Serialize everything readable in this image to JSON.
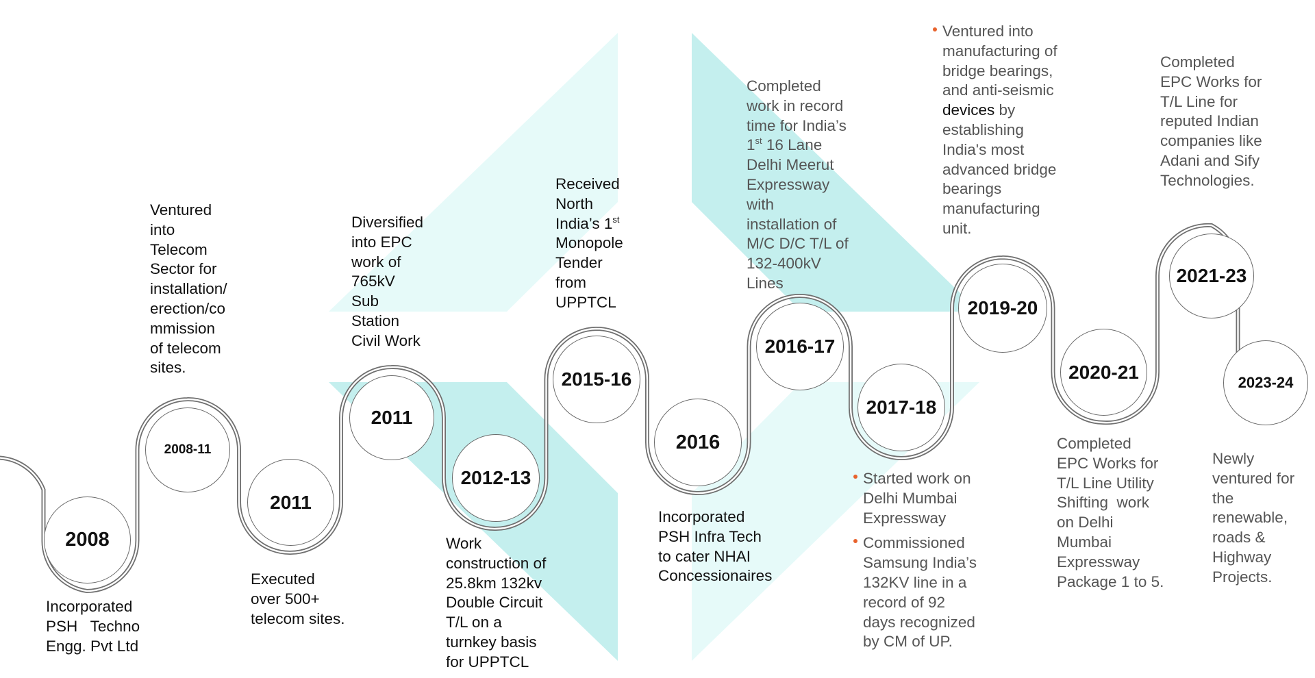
{
  "colors": {
    "band": "#c4efee",
    "band_light": "#e6faf9",
    "track": "#707070",
    "bullet": "#e8622c",
    "text": "#111111",
    "text_muted": "#555555"
  },
  "milestones": [
    {
      "year": "2008",
      "desc": {
        "lines": [
          "Incorporated",
          "PSH   Techno",
          "Engg. Pvt Ltd"
        ]
      }
    },
    {
      "year": "2008-11",
      "desc": {
        "lines": [
          "Ventured",
          "into",
          "Telecom",
          "Sector for",
          "installation/",
          "erection/co",
          "mmission",
          "of telecom",
          "sites."
        ]
      }
    },
    {
      "year": "2011",
      "desc": {
        "lines": [
          "Executed",
          "over 500+",
          "telecom sites."
        ]
      }
    },
    {
      "year": "2011",
      "desc": {
        "lines": [
          "Diversified",
          "into EPC",
          "work of",
          "765kV",
          "Sub",
          "Station",
          "Civil Work"
        ]
      }
    },
    {
      "year": "2012-13",
      "desc": {
        "lines": [
          "Work",
          "construction of",
          "25.8km 132kv",
          "Double Circuit",
          "T/L on a",
          "turnkey basis",
          "for UPPTCL"
        ]
      }
    },
    {
      "year": "2015-16",
      "desc": {
        "lines": [
          "Received",
          "North",
          "India’s 1",
          "Monopole",
          "Tender",
          "from",
          "UPPTCL"
        ],
        "sup_text": "st"
      }
    },
    {
      "year": "2016",
      "desc": {
        "lines": [
          "Incorporated",
          "PSH Infra Tech",
          "to cater NHAI",
          "Concessionaires"
        ]
      }
    },
    {
      "year": "2016-17",
      "desc": {
        "lines": [
          "Completed",
          "work in record",
          "time for India’s",
          "1",
          " 16 Lane",
          "Delhi Meerut",
          "Expressway",
          "with",
          "installation of",
          "M/C D/C T/L of",
          "132-400kV",
          "Lines"
        ],
        "sup_text": "st"
      }
    },
    {
      "year": "2017-18",
      "desc": {
        "bullets": [
          {
            "lines": [
              "Started work on",
              "Delhi Mumbai",
              "Expressway"
            ]
          },
          {
            "lines": [
              "Commissioned",
              "Samsung India’s",
              "132KV line in a",
              "record of 92",
              "days recognized",
              "by CM of UP."
            ]
          }
        ]
      }
    },
    {
      "year": "2019-20",
      "desc": {
        "bullets": [
          {
            "lines": [
              "Ventured into",
              "manufacturing of",
              "bridge bearings,",
              "and anti-seismic",
              "devices",
              " by",
              "establishing",
              "India's most",
              "advanced bridge",
              "bearings",
              "manufacturing",
              "unit."
            ]
          }
        ]
      }
    },
    {
      "year": "2020-21",
      "desc": {
        "lines": [
          "Completed",
          "EPC Works for",
          "T/L Line Utility",
          "Shifting  work",
          "on Delhi",
          "Mumbai",
          "Expressway",
          "Package 1 to 5."
        ]
      }
    },
    {
      "year": "2021-23",
      "desc": {
        "lines": [
          "Completed",
          "EPC Works for",
          "T/L Line for",
          "reputed Indian",
          "companies like",
          "Adani and Sify",
          "Technologies."
        ]
      }
    },
    {
      "year": "2023-24",
      "desc": {
        "lines": [
          "Newly",
          "ventured for",
          "the",
          "renewable,",
          "roads &",
          "Highway",
          "Projects."
        ]
      }
    }
  ]
}
